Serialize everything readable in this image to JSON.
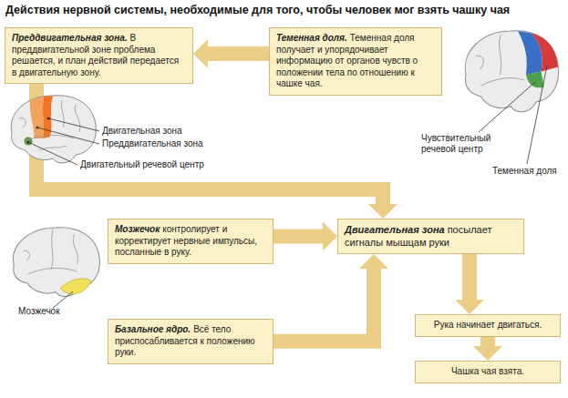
{
  "diagram": {
    "title": "Действия нервной системы, необходимые для того, чтобы человек мог взять чашку чая",
    "nodes": [
      {
        "text": [
          "Преддвигательная зона.",
          "В преддвигательной зоне проблема решается, и план действий передается в двигательную зону."
        ]
      },
      {
        "text": [
          "Теменная доля.",
          "Теменная доля получает и упорядочивает информацию от органов чувств о положении тела по отношению к чашке чая."
        ]
      },
      {
        "text": [
          "Мозжечок",
          "контролирует и корректирует нервные импульсы, посланные в руку."
        ]
      },
      {
        "text": [
          "Базальное ядро.",
          "Всё тело приспосабливается к положению руки."
        ]
      },
      {
        "text": [
          "Двигательная зона",
          "посылает сигналы мышцам руки"
        ]
      },
      {
        "text": [
          "Рука начинает двигаться."
        ]
      },
      {
        "text": [
          "Чашка чая взята."
        ]
      }
    ],
    "edges": [
      {
        "from": 1,
        "to": 0,
        "arrow": "to"
      },
      {
        "from": 0,
        "to": 4,
        "arrow": "to"
      },
      {
        "from": 2,
        "to": 4,
        "arrow": "to"
      },
      {
        "from": 3,
        "to": 4,
        "arrow": "to"
      },
      {
        "from": 4,
        "to": 5,
        "arrow": "to"
      },
      {
        "from": 5,
        "to": 6,
        "arrow": "to"
      }
    ],
    "labels": [
      "Двигательная зона",
      "Преддвигательная зона",
      "Двигательный речевой центр",
      "Теменная доля",
      "Чувствительный речевой центр",
      "Мозжечок"
    ]
  }
}
